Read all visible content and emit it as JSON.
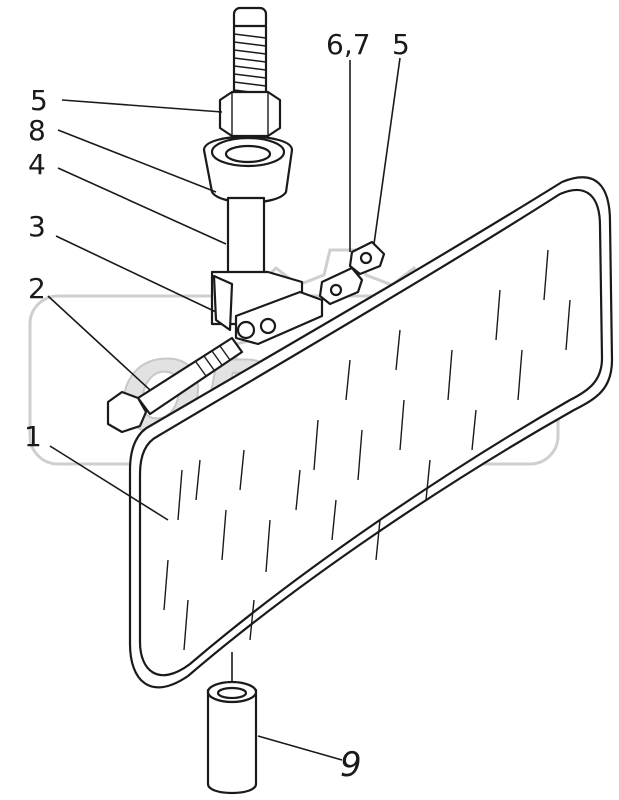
{
  "watermark": {
    "text": "OPEX"
  },
  "callouts": [
    {
      "id": "5a",
      "label": "5"
    },
    {
      "id": "8",
      "label": "8"
    },
    {
      "id": "4",
      "label": "4"
    },
    {
      "id": "3",
      "label": "3"
    },
    {
      "id": "2",
      "label": "2"
    },
    {
      "id": "1",
      "label": "1"
    },
    {
      "id": "67",
      "label": "6,7"
    },
    {
      "id": "5b",
      "label": "5"
    },
    {
      "id": "9",
      "label": "9"
    }
  ],
  "colors": {
    "ink": "#1a1a1a",
    "background": "#ffffff",
    "watermark": "#cfcfcf"
  }
}
